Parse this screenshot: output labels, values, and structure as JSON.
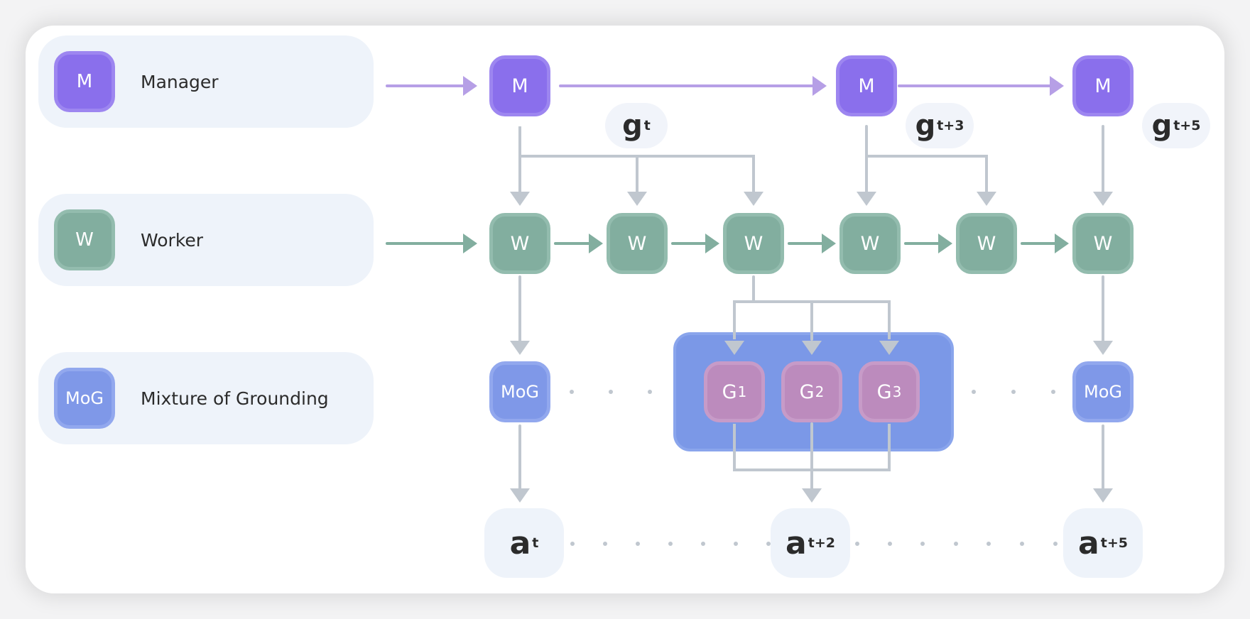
{
  "legend": [
    {
      "key": "manager",
      "icon_label": "M",
      "label": "Manager",
      "color": "#8a6fec"
    },
    {
      "key": "worker",
      "icon_label": "W",
      "label": "Worker",
      "color": "#82ae9f"
    },
    {
      "key": "mog",
      "icon_label": "MoG",
      "label": "Mixture of Grounding",
      "color": "#7f98e8"
    }
  ],
  "manager_nodes": [
    {
      "label": "M",
      "goal": "g",
      "goal_sub": "t"
    },
    {
      "label": "M",
      "goal": "g",
      "goal_sub": "t+3"
    },
    {
      "label": "M",
      "goal": "g",
      "goal_sub": "t+5"
    }
  ],
  "worker_nodes": [
    "W",
    "W",
    "W",
    "W",
    "W",
    "W"
  ],
  "mog_nodes": [
    "MoG",
    "MoG"
  ],
  "grounding_nodes": [
    {
      "label": "G",
      "sub": "1"
    },
    {
      "label": "G",
      "sub": "2"
    },
    {
      "label": "G",
      "sub": "3"
    }
  ],
  "actions": [
    {
      "label": "a",
      "sub": "t"
    },
    {
      "label": "a",
      "sub": "t+2"
    },
    {
      "label": "a",
      "sub": "t+5"
    }
  ],
  "colors": {
    "manager_arrow": "#b69fe6",
    "worker_arrow": "#82ae9f",
    "connector": "#c0c7cf",
    "dot": "#c0c7cf"
  }
}
